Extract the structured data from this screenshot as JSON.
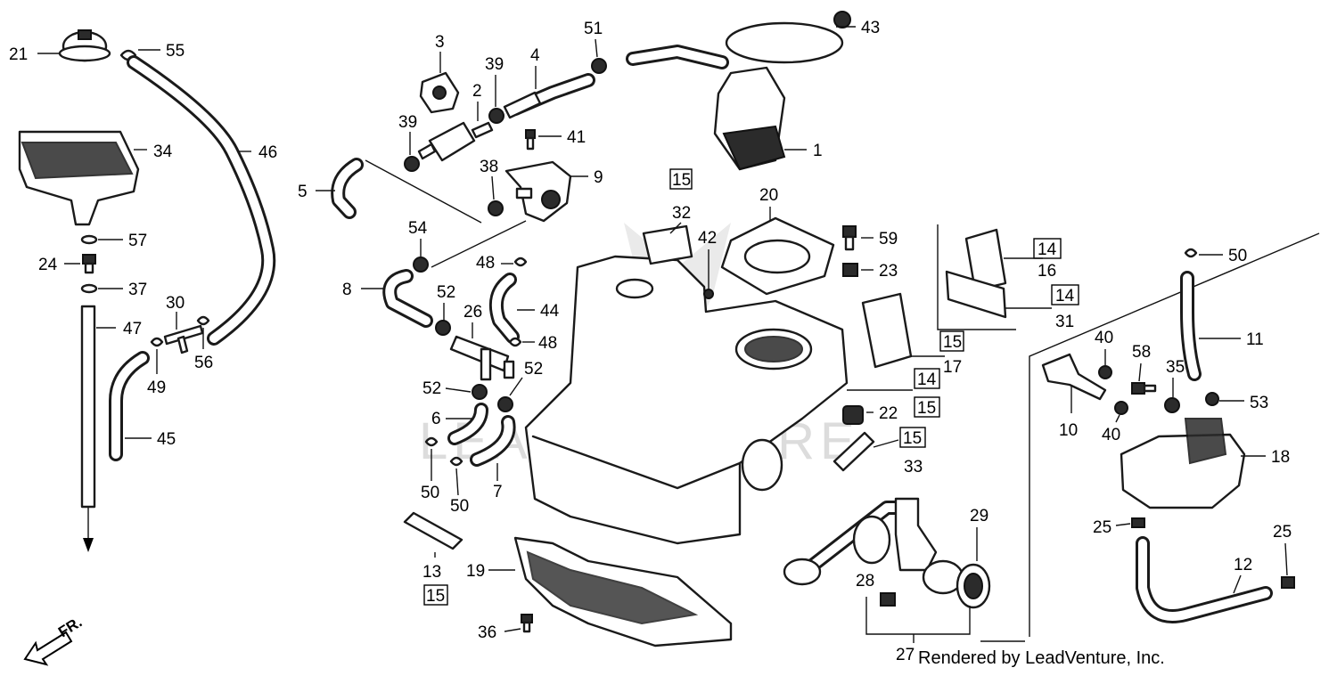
{
  "watermark": "LEADVENTURE",
  "footer_text": "Rendered by LeadVenture, Inc.",
  "direction_label": "FR.",
  "callouts": {
    "p1": "1",
    "p2": "2",
    "p3": "3",
    "p4": "4",
    "p5": "5",
    "p6": "6",
    "p7": "7",
    "p8": "8",
    "p9": "9",
    "p10": "10",
    "p11": "11",
    "p12": "12",
    "p13": "13",
    "p15a": "15",
    "p15b": "15",
    "p15c": "15",
    "p15d": "15",
    "p15e": "15",
    "p14a": "14",
    "p14b": "14",
    "p14c": "14",
    "p16": "16",
    "p17": "17",
    "p18": "18",
    "p19": "19",
    "p20": "20",
    "p21": "21",
    "p22": "22",
    "p23": "23",
    "p24": "24",
    "p25a": "25",
    "p25b": "25",
    "p26": "26",
    "p27": "27",
    "p28": "28",
    "p29": "29",
    "p30": "30",
    "p31": "31",
    "p32": "32",
    "p33": "33",
    "p34": "34",
    "p35": "35",
    "p36": "36",
    "p37": "37",
    "p38": "38",
    "p39a": "39",
    "p39b": "39",
    "p40a": "40",
    "p40b": "40",
    "p41": "41",
    "p42": "42",
    "p43": "43",
    "p44": "44",
    "p45": "45",
    "p46": "46",
    "p47": "47",
    "p48a": "48",
    "p48b": "48",
    "p49": "49",
    "p50a": "50",
    "p50b": "50",
    "p50c": "50",
    "p51": "51",
    "p52a": "52",
    "p52b": "52",
    "p52c": "52",
    "p53": "53",
    "p54": "54",
    "p55": "55",
    "p56": "56",
    "p57": "57",
    "p58": "58",
    "p59": "59"
  }
}
